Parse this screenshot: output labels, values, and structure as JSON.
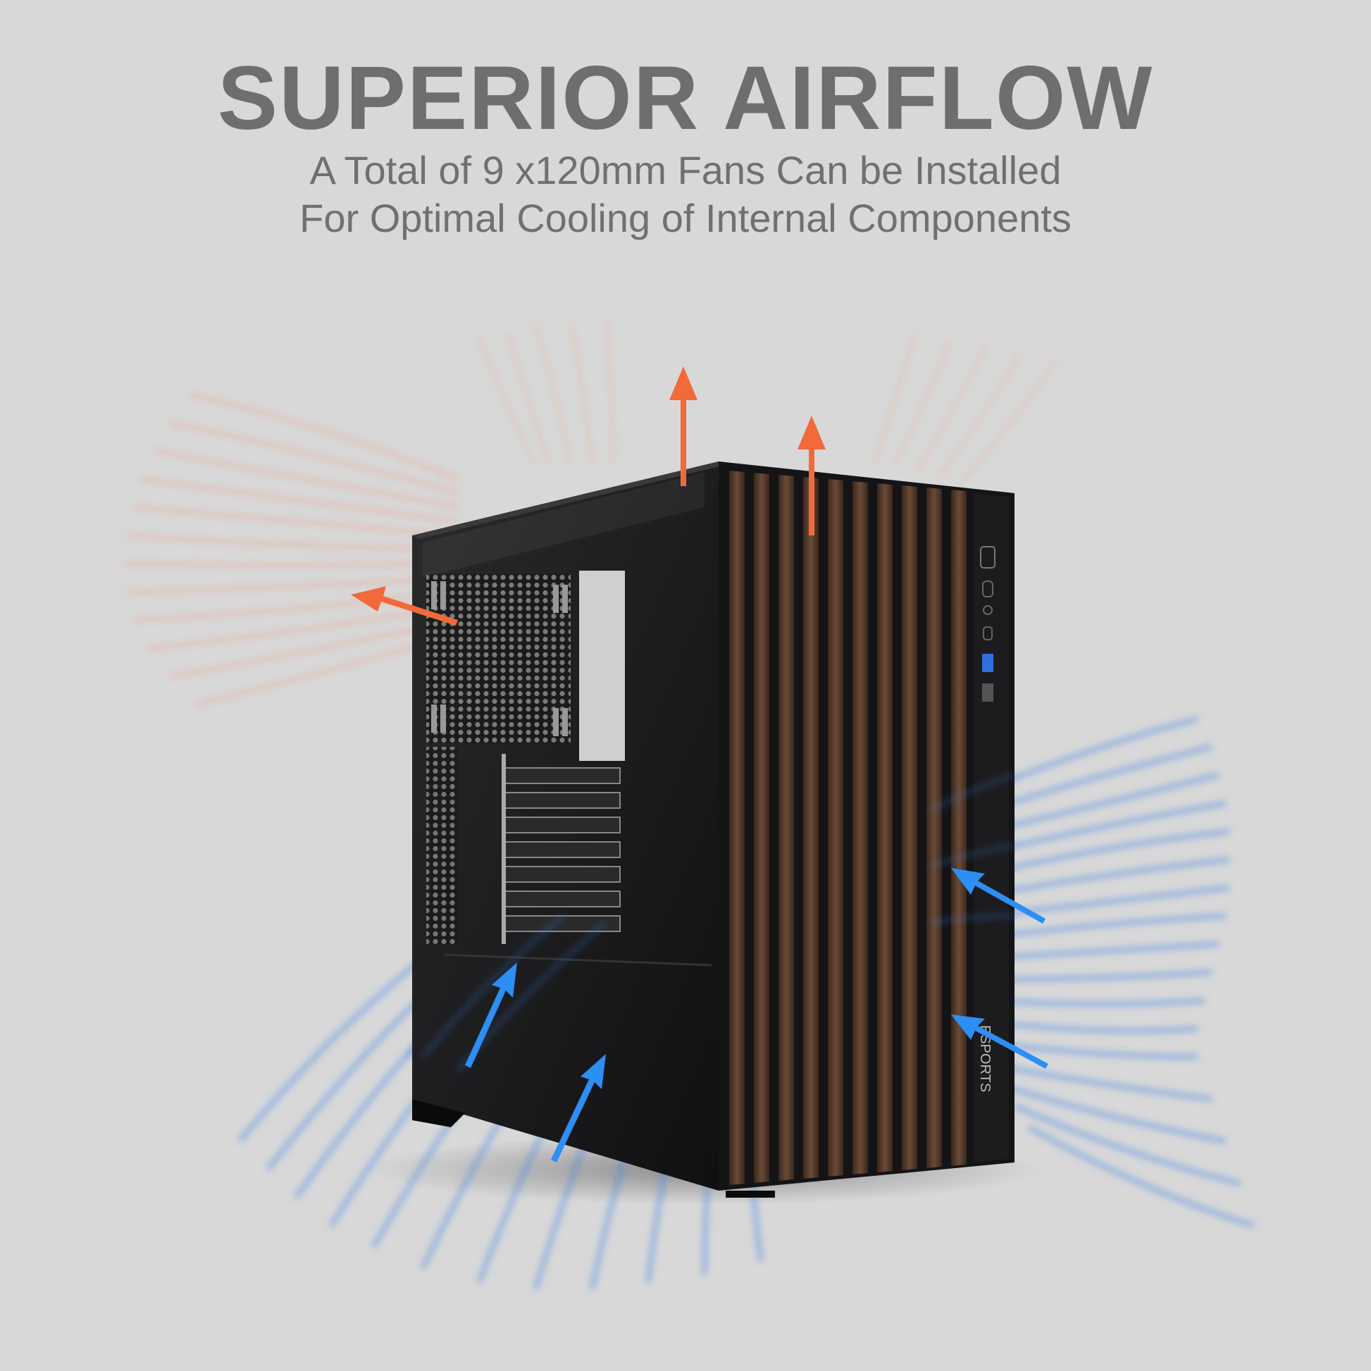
{
  "headline": "SUPERIOR AIRFLOW",
  "subtitle_line1": "A Total of 9 x120mm Fans Can be Installed",
  "subtitle_line2": "For Optimal Cooling of Internal Components",
  "brand_mark": "ESPORTS",
  "colors": {
    "background": "#d8d8d8",
    "text": "#6e6e6e",
    "exhaust": "#f26a3a",
    "intake": "#2f8ef0",
    "case_body": "#0f0f10",
    "wood_slat": "#5a3f2e"
  },
  "icons": [
    "exhaust-arrow-icon",
    "intake-arrow-icon"
  ]
}
